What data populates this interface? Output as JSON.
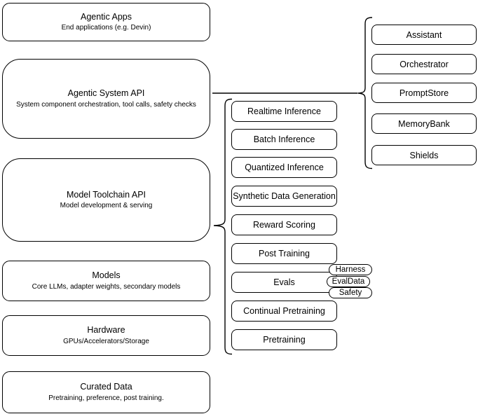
{
  "colors": {
    "stroke": "#000000",
    "fill": "#ffffff",
    "text": "#000000"
  },
  "left_stack": {
    "items": [
      {
        "title": "Agentic Apps",
        "subtitle": "End applications (e.g. Devin)"
      },
      {
        "title": "Agentic System API",
        "subtitle": "System component orchestration, tool calls, safety checks"
      },
      {
        "title": "Model Toolchain API",
        "subtitle": "Model development & serving"
      },
      {
        "title": "Models",
        "subtitle": "Core LLMs, adapter weights, secondary models"
      },
      {
        "title": "Hardware",
        "subtitle": "GPUs/Accelerators/Storage"
      },
      {
        "title": "Curated Data",
        "subtitle": "Pretraining, preference, post training."
      }
    ]
  },
  "toolchain_group": {
    "items": [
      "Realtime Inference",
      "Batch Inference",
      "Quantized Inference",
      "Synthetic Data Generation",
      "Reward Scoring",
      "Post Training",
      "Evals",
      "Continual Pretraining",
      "Pretraining"
    ],
    "evals_attachments": [
      "Harness",
      "EvalData",
      "Safety"
    ]
  },
  "system_group": {
    "items": [
      "Assistant",
      "Orchestrator",
      "PromptStore",
      "MemoryBank",
      "Shields"
    ]
  }
}
